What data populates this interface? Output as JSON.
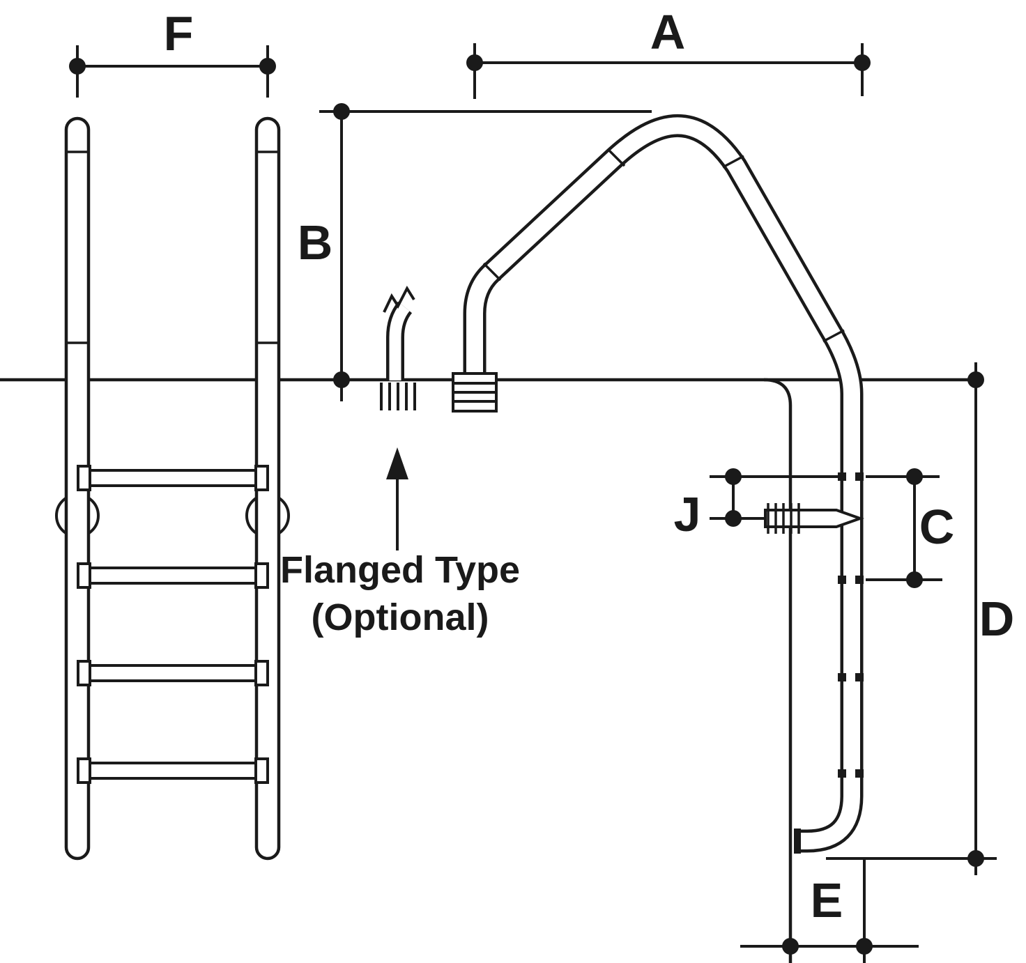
{
  "diagram": {
    "labels": {
      "A": "A",
      "B": "B",
      "C": "C",
      "D": "D",
      "E": "E",
      "F": "F",
      "J": "J"
    },
    "annotation": {
      "flanged_line1": "Flanged Type",
      "flanged_line2": "(Optional)"
    },
    "colors": {
      "line": "#1a1a1a",
      "background": "#ffffff"
    }
  }
}
